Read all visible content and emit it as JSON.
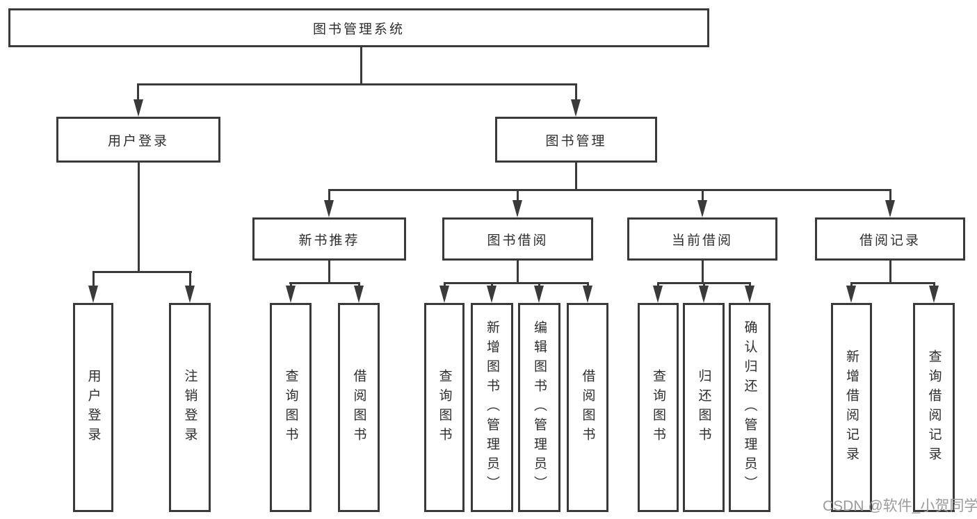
{
  "diagram": {
    "root": "图书管理系统",
    "user_login": {
      "label": "用户登录",
      "children": [
        "用户登录",
        "注销登录"
      ]
    },
    "book_mgmt": {
      "label": "图书管理",
      "sections": [
        {
          "label": "新书推荐",
          "children": [
            "查询图书",
            "借阅图书"
          ]
        },
        {
          "label": "图书借阅",
          "children": [
            "查询图书",
            "新增图书（管理员）",
            "编辑图书（管理员）",
            "借阅图书"
          ]
        },
        {
          "label": "当前借阅",
          "children": [
            "查询图书",
            "归还图书",
            "确认归还（管理员）"
          ]
        },
        {
          "label": "借阅记录",
          "children": [
            "新增借阅记录",
            "查询借阅记录"
          ]
        }
      ]
    }
  },
  "watermark": "CSDN @软件_小贺同学",
  "colors": {
    "line": "#3a3a3a",
    "text": "#2e2e2e",
    "watermark": "#9b9b9b",
    "background": "#ffffff"
  }
}
